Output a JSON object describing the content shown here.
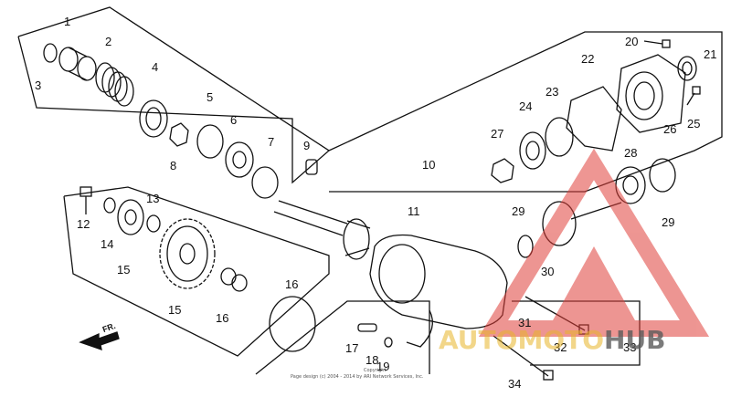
{
  "callouts": [
    "1",
    "2",
    "3",
    "4",
    "5",
    "6",
    "7",
    "8",
    "9",
    "10",
    "11",
    "12",
    "13",
    "14",
    "15",
    "15",
    "16",
    "16",
    "17",
    "18",
    "19",
    "20",
    "21",
    "22",
    "23",
    "24",
    "25",
    "26",
    "27",
    "28",
    "29",
    "29",
    "30",
    "31",
    "32",
    "33",
    "34"
  ],
  "fr_label": "FR.",
  "watermark": {
    "part1": "AUTOMOTO",
    "part2": "HUB",
    "color_red": "#e0403a",
    "color_yellow": "#e8b428",
    "color_gray": "#5a5a5a"
  },
  "copyright_line1": "Copyright",
  "copyright_line2": "Page design (c) 2004 - 2014 by ARI Network Services, Inc."
}
